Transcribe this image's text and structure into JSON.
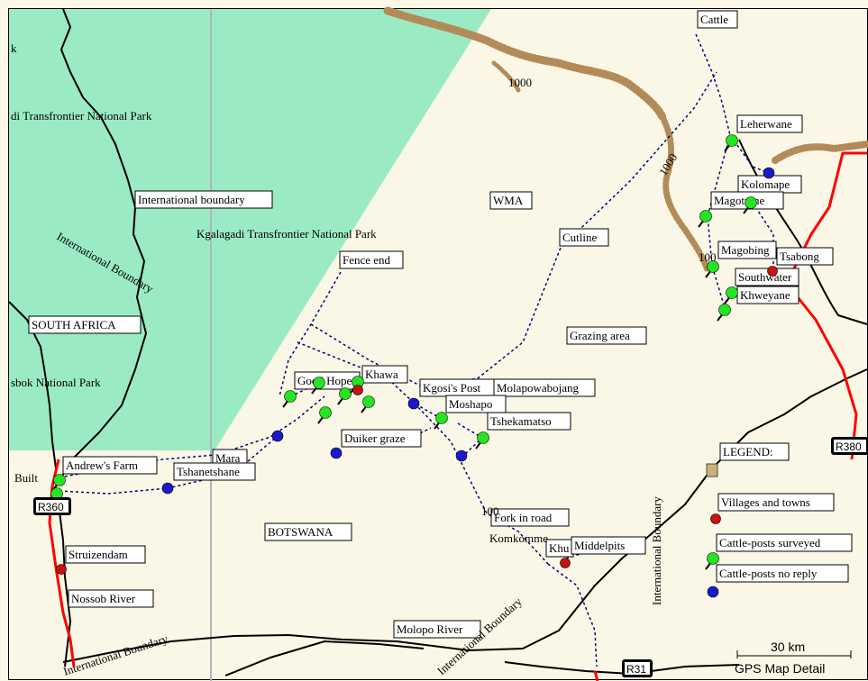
{
  "colors": {
    "background": "#fbf7e6",
    "park": "#9aebc4",
    "contour": "#b38b58",
    "road_red": "#ff0000",
    "river_black": "#000000",
    "track_blue": "#00007a",
    "grid": "#b4b4b4",
    "cattle_post_surveyed": "#22e622",
    "cattle_post_no_reply": "#1a1acc",
    "village": "#cc1111"
  },
  "labels": {
    "park_fragment": "k",
    "kgalagadi_left": "di Transfrontier National Park",
    "international_boundary_box": "International boundary",
    "kgalagadi_center": "Kgalagadi Transfrontier National Park",
    "intl_boundary_curved": "International Boundary",
    "south_africa": "SOUTH AFRICA",
    "sbok_park": "sbok National Park",
    "fence_end": "Fence end",
    "wma": "WMA",
    "cutline": "Cutline",
    "grazing_area": "Grazing area",
    "cattle": "Cattle",
    "leherwane": "Leherwane",
    "kolomape": "Kolomape",
    "magotrane": "Magotrane",
    "magobing": "Magobing",
    "tsabong": "Tsabong",
    "southwater": "Southwater",
    "khweyane": "Khweyane",
    "good_hope": "Good Hope",
    "khawa": "Khawa",
    "kgosis_post": "Kgosi's Post",
    "molapowabojang": "Molapowabojang",
    "moshapo": "Moshapo",
    "tshekamatso": "Tshekamatso",
    "duiker_graze": "Duiker graze",
    "andrews_farm": "Andrew's Farm",
    "mara": "Mara",
    "tshanetshane": "Tshanetshane",
    "built": "Built",
    "botswana": "BOTSWANA",
    "fork_in_road": "Fork in road",
    "komkomme": "Komkomme",
    "khu": "Khu",
    "middelpits": "Middelpits",
    "struizendam": "Struizendam",
    "nossob_river": "Nossob River",
    "molopo_river": "Molopo River",
    "intl_boundary_bottom_left": "International Boundary",
    "intl_boundary_bottom_mid": "International Boundary",
    "intl_boundary_vertical": "International Boundary",
    "contour_1000_top": "1000",
    "contour_1000_right": "1000",
    "contour_100_fragment": "100",
    "contour_100_bottom": "100"
  },
  "shields": {
    "r360": "R360",
    "r380": "R380",
    "r31": "R31"
  },
  "legend": {
    "title": "LEGEND:",
    "villages": "Villages and towns",
    "surveyed": "Cattle-posts surveyed",
    "no_reply": "Cattle-posts no reply"
  },
  "scale": {
    "distance": "30 km",
    "caption": "GPS Map Detail"
  }
}
